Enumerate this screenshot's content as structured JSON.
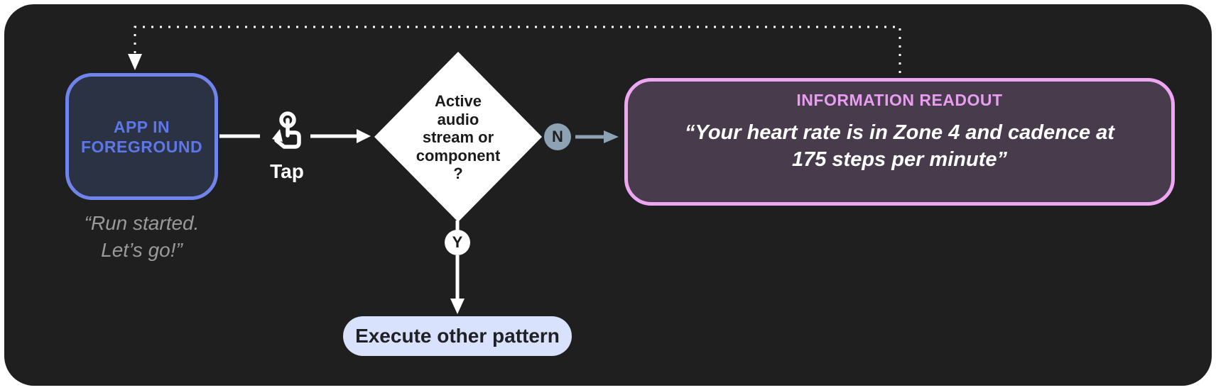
{
  "colors": {
    "panel_bg": "#201f20",
    "app_node_border": "#7084ec",
    "app_node_fill": "#2a3243",
    "app_node_text": "#5d76e8",
    "caption_text": "#9a9a9a",
    "diamond_fill": "#ffffff",
    "diamond_text": "#1c1b1c",
    "no_badge": "#8da2b3",
    "yes_badge": "#ffffff",
    "info_border": "#eda6f2",
    "info_fill": "#483c4c",
    "info_title_text": "#e99df0",
    "info_body_text": "#ffffff",
    "action_pill_fill": "#d9e2fc",
    "action_pill_text": "#202124",
    "connector": "#ffffff"
  },
  "nodes": {
    "app": {
      "label": "APP IN\nFOREGROUND",
      "caption": "“Run started.\nLet’s go!”"
    },
    "tap": {
      "label": "Tap"
    },
    "decision": {
      "label": "Active\naudio\nstream or\ncomponent\n?"
    },
    "no_branch": {
      "badge": "N"
    },
    "yes_branch": {
      "badge": "Y"
    },
    "info": {
      "title": "INFORMATION READOUT",
      "body": "“Your heart rate is in Zone 4 and cadence at\n175 steps per minute”"
    },
    "action": {
      "label": "Execute other pattern"
    }
  }
}
